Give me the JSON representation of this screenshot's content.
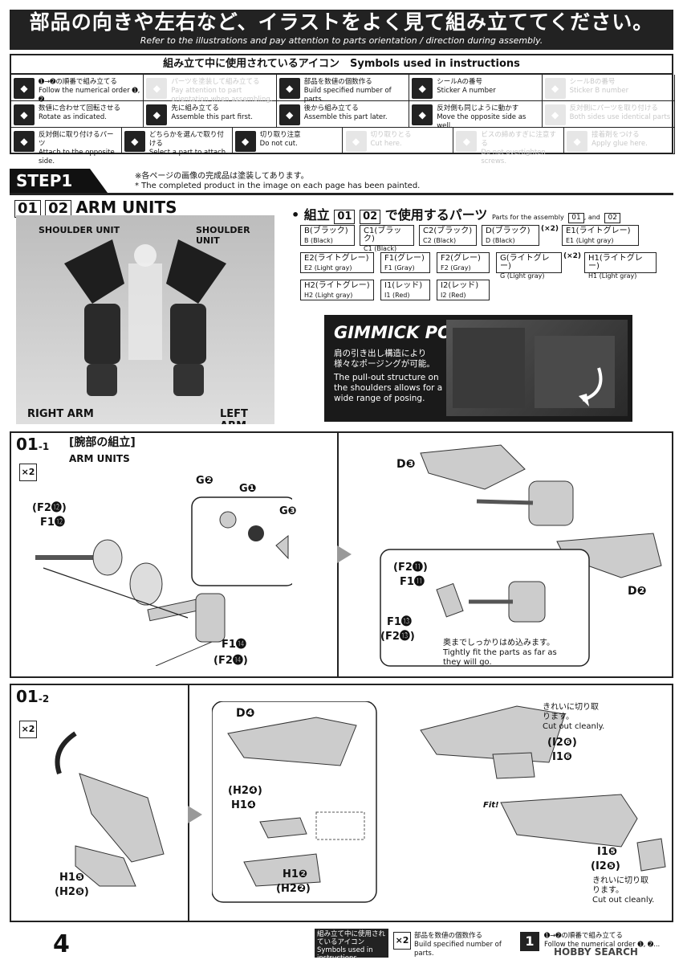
{
  "header": {
    "title_jp": "部品の向きや左右など、イラストをよく見て組み立ててください。",
    "subtitle_en": "Refer to the illustrations and pay attention to parts orientation / direction during assembly."
  },
  "symbols": {
    "heading": "組み立て中に使用されているアイコン　Symbols used in instructions",
    "items": [
      {
        "jp": "➊→➋の順番で組み立てる",
        "en": "Follow the numerical order ➊, ➋ ..."
      },
      {
        "jp": "パーツを塗装して組み立てる",
        "en": "Pay attention to part orientation when assembling.",
        "faded": true
      },
      {
        "jp": "部品を数値の個数作る",
        "en": "Build specified number of parts."
      },
      {
        "jp": "シールAの番号",
        "en": "Sticker A number"
      },
      {
        "jp": "シールBの番号",
        "en": "Sticker B number",
        "faded": true
      },
      {
        "jp": "数値に合わせて回転させる",
        "en": "Rotate as indicated."
      },
      {
        "jp": "先に組み立てる",
        "en": "Assemble this part first."
      },
      {
        "jp": "後から組み立てる",
        "en": "Assemble this part later."
      },
      {
        "jp": "反対側も同じように動かす",
        "en": "Move the opposite side as well."
      },
      {
        "jp": "反対側にパーツを取り付ける",
        "en": "Both sides use identical parts",
        "faded": true
      },
      {
        "jp": "反対側に取り付けるパーツ",
        "en": "Attach to the opposite side."
      },
      {
        "jp": "どちらかを選んで取り付ける",
        "en": "Select a part to attach."
      },
      {
        "jp": "切り取り注意",
        "en": "Do not cut."
      },
      {
        "jp": "切り取りとる",
        "en": "Cut here.",
        "faded": true
      },
      {
        "jp": "ビスの締めすぎに注意する",
        "en": "Do not overtighten screws.",
        "faded": true
      },
      {
        "jp": "接着剤をつける",
        "en": "Apply glue here.",
        "faded": true
      }
    ]
  },
  "step": {
    "label": "STEP1",
    "note_jp": "※各ページの画像の完成品は塗装してあります。",
    "note_en": "* The completed product in the image on each page has been painted.",
    "assembly_nums": [
      "01",
      "02"
    ],
    "title": "ARM UNITS",
    "photo_labels": {
      "shoulder_left": "SHOULDER UNIT",
      "shoulder_right": "SHOULDER UNIT",
      "right_arm": "RIGHT ARM",
      "left_arm": "LEFT ARM"
    }
  },
  "parts_used": {
    "title_jp": "• 組立",
    "title_mid": "で使用するパーツ",
    "title_en": "Parts for the assembly",
    "and": ", and",
    "nums": [
      "01",
      "02"
    ],
    "items": [
      {
        "jp": "B(ブラック)",
        "en": "B (Black)"
      },
      {
        "jp": "C1(ブラック)",
        "en": "C1 (Black)"
      },
      {
        "jp": "C2(ブラック)",
        "en": "C2 (Black)"
      },
      {
        "jp": "D(ブラック)",
        "en": "D (Black)",
        "mult": "(×2)"
      },
      {
        "jp": "E1(ライトグレー)",
        "en": "E1 (Light gray)"
      },
      {
        "jp": "E2(ライトグレー)",
        "en": "E2 (Light gray)"
      },
      {
        "jp": "F1(グレー)",
        "en": "F1 (Gray)"
      },
      {
        "jp": "F2(グレー)",
        "en": "F2 (Gray)"
      },
      {
        "jp": "G(ライトグレー)",
        "en": "G (Light gray)",
        "mult": "(×2)"
      },
      {
        "jp": "H1(ライトグレー)",
        "en": "H1 (Light gray)"
      },
      {
        "jp": "H2(ライトグレー)",
        "en": "H2 (Light gray)"
      },
      {
        "jp": "I1(レッド)",
        "en": "I1 (Red)"
      },
      {
        "jp": "I2(レッド)",
        "en": "I2 (Red)"
      }
    ]
  },
  "gimmick": {
    "title": "GIMMICK POINT",
    "jp": "肩の引き出し構造により様々なポージングが可能。",
    "en": "The pull-out structure on the shoulders allows for a wide range of posing."
  },
  "sec1": {
    "num": "01",
    "sub": "-1",
    "title_jp": "[腕部の組立]",
    "title_en": "ARM UNITS",
    "x2": "×2",
    "labels": {
      "f2_12": "(F2⓬)",
      "f1_12": "F1⓬",
      "g2": "G❷",
      "g1": "G❶",
      "g3": "G❸",
      "f1_14": "F1⓮",
      "f2_14": "(F2⓮)",
      "d3": "D❸",
      "d2": "D❷",
      "f2_11": "(F2⓫)",
      "f1_11": "F1⓫",
      "f1_13": "F1⓭",
      "f2_13": "(F2⓭)"
    },
    "tight_jp": "奥までしっかりはめ込みます。",
    "tight_en": "Tightly fit the parts as far as they will go."
  },
  "sec2": {
    "num": "01",
    "sub": "-2",
    "x2": "×2",
    "labels": {
      "h1_5": "H1❺",
      "h2_5": "(H2❺)",
      "d4": "D❹",
      "h2_4": "(H2❹)",
      "h1_4": "H1❹",
      "h1_2": "H1❷",
      "h2_2": "(H2❷)",
      "i2_6": "(I2❻)",
      "i1_6": "I1❻",
      "i1_5": "I1❺",
      "i2_5": "(I2❺)"
    },
    "cut_jp": "きれいに切り取ります。",
    "cut_en": "Cut out cleanly.",
    "fit": "Fit!"
  },
  "footer": {
    "page": "4",
    "sym_jp": "組み立て中に使用されているアイコン",
    "sym_en": "Symbols used in instructions",
    "x2_jp": "部品を数値の個数作る",
    "x2_en": "Build specified number of parts.",
    "order_jp": "➊→➋の順番で組み立てる",
    "order_en": "Follow the numerical order ➊, ➋...",
    "watermark": "HOBBY SEARCH"
  }
}
